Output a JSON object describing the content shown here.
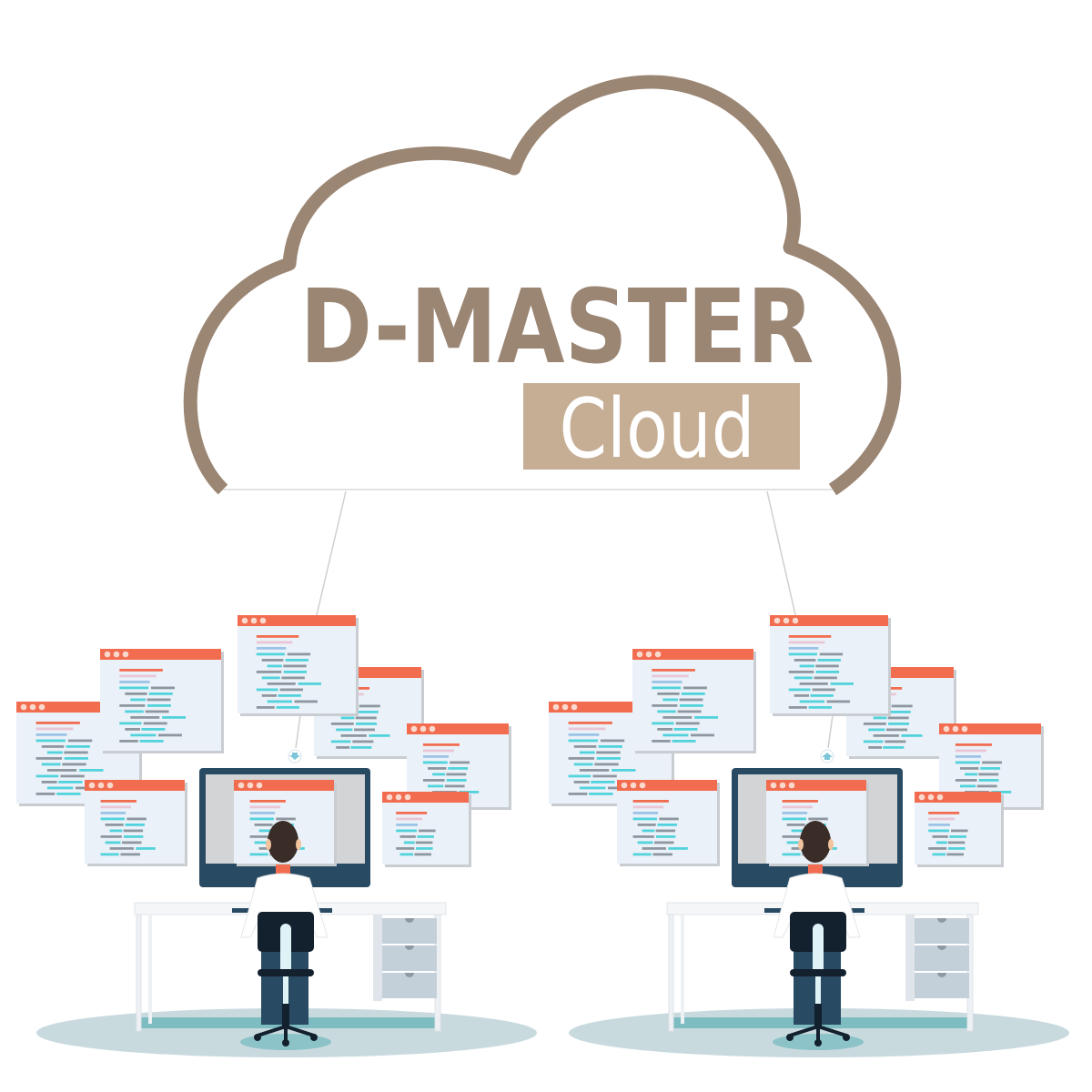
{
  "logo": {
    "title": "D-MASTER",
    "subtitle": "Cloud"
  },
  "colors": {
    "cloud_outline": "#9b8674",
    "subtitle_box": "#c6ae95",
    "subtitle_text": "#ffffff",
    "window_header": "#f26d50",
    "window_body": "#eaf1f8",
    "monitor": "#294a63",
    "floor": "#c9dadf",
    "floor_strip": "#7dbcc1",
    "hair": "#3a2d28",
    "chair": "#13202e"
  },
  "scenes": [
    {
      "name": "left-workstation",
      "sync_icon": "download-arrow-icon"
    },
    {
      "name": "right-workstation",
      "sync_icon": "upload-arrow-icon"
    }
  ]
}
